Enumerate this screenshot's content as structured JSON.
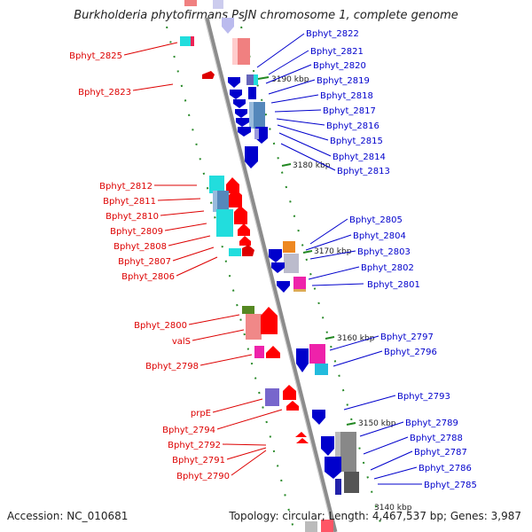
{
  "title": "Burkholderia phytofirmans PsJN chromosome 1, complete genome",
  "footer": {
    "accession": "Accession: NC_010681",
    "summary": "Topology: circular; Length: 4,467,537 bp; Genes: 3,987"
  },
  "kbp_labels": [
    "3190 kbp",
    "3180 kbp",
    "3170 kbp",
    "3160 kbp",
    "3150 kbp",
    "3140 kbp"
  ],
  "gene_labels_left": [
    "Bphyt_2825",
    "Bphyt_2823",
    "Bphyt_2812",
    "Bphyt_2811",
    "Bphyt_2810",
    "Bphyt_2809",
    "Bphyt_2808",
    "Bphyt_2807",
    "Bphyt_2806",
    "Bphyt_2800",
    "valS",
    "Bphyt_2798",
    "prpE",
    "Bphyt_2794",
    "Bphyt_2792",
    "Bphyt_2791",
    "Bphyt_2790"
  ],
  "gene_labels_right": [
    "Bphyt_2822",
    "Bphyt_2821",
    "Bphyt_2820",
    "Bphyt_2819",
    "Bphyt_2818",
    "Bphyt_2817",
    "Bphyt_2816",
    "Bphyt_2815",
    "Bphyt_2814",
    "Bphyt_2813",
    "Bphyt_2805",
    "Bphyt_2804",
    "Bphyt_2803",
    "Bphyt_2802",
    "Bphyt_2801",
    "Bphyt_2797",
    "Bphyt_2796",
    "Bphyt_2793",
    "Bphyt_2789",
    "Bphyt_2788",
    "Bphyt_2787",
    "Bphyt_2786",
    "Bphyt_2785"
  ],
  "colors": {
    "forward_strand": "#dd0000",
    "reverse_strand": "#0000cc",
    "backbone": "#8c8c8c",
    "tick": "#228822"
  }
}
